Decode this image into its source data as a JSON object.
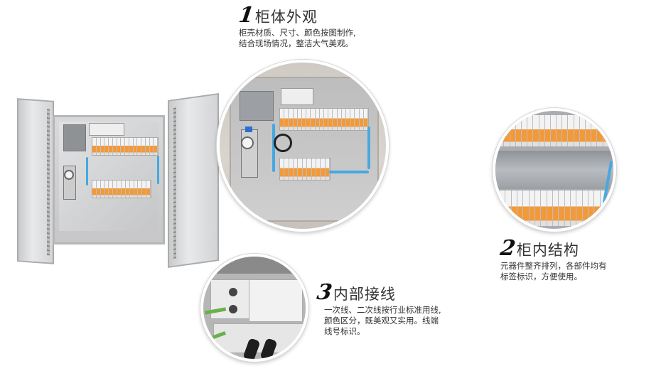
{
  "captions": [
    {
      "number": "1",
      "title": "柜体外观",
      "desc_lines": [
        "柜壳材质、尺寸、颜色按图制作,",
        "结合现场情况，整洁大气美观。"
      ]
    },
    {
      "number": "2",
      "title": "柜内结构",
      "desc_lines": [
        "元器件整齐排列，各部件均有",
        "标签标识，方便使用。"
      ]
    },
    {
      "number": "3",
      "title": "内部接线",
      "desc_lines": [
        "一次线、二次线按行业标准用线,",
        "颜色区分，既美观又实用。线端",
        "线号标识。"
      ]
    }
  ],
  "images": {
    "cabinet_full": "open-stainless-control-cabinet",
    "detail_exterior": "cabinet-interior-circle",
    "detail_structure": "terminal-rows-circle",
    "detail_wiring": "io-modules-circle"
  },
  "colors": {
    "terminal_orange": "#f29a3a",
    "air_tube_blue": "#46a8e0",
    "panel_gray": "#c7c7c8",
    "text_dark": "#333333"
  }
}
